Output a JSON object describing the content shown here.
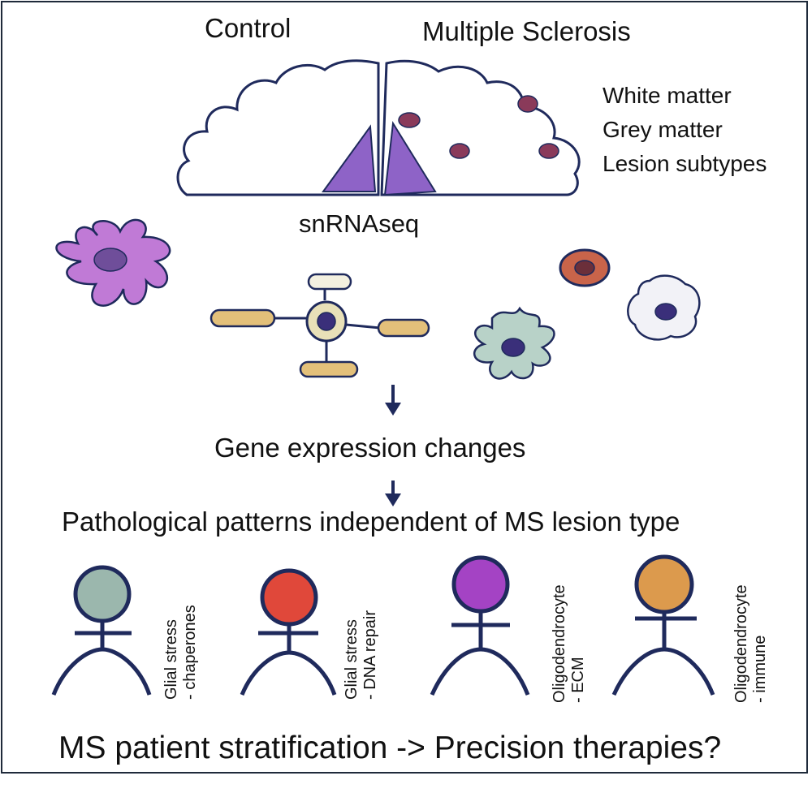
{
  "header": {
    "control": "Control",
    "ms": "Multiple Sclerosis"
  },
  "regions": [
    "White matter",
    "Grey matter",
    "Lesion subtypes"
  ],
  "method": "snRNAseq",
  "step1": "Gene expression changes",
  "step2": "Pathological patterns independent of MS lesion type",
  "patterns": [
    {
      "line1": "Glial stress",
      "line2": "- chaperones",
      "head_color": "#9bb7ad"
    },
    {
      "line1": "Glial stress",
      "line2": "- DNA repair",
      "head_color": "#e0483a"
    },
    {
      "line1": "Oligodendrocyte",
      "line2": "- ECM",
      "head_color": "#a443c4"
    },
    {
      "line1": "Oligodendrocyte",
      "line2": "- immune",
      "head_color": "#dc9a4d"
    }
  ],
  "conclusion": "MS patient stratification -> Precision therapies?",
  "colors": {
    "outline": "#1f2a5c",
    "grey_matter": "#8e63c7",
    "lesion": "#8a3a5a",
    "microglia": "#c07ad6",
    "oligodendrocyte_process": "#e3c07a",
    "astrocyte": "#b8d2c8",
    "red_cell": "#c9644a",
    "white_cell": "#f2f2f7"
  }
}
